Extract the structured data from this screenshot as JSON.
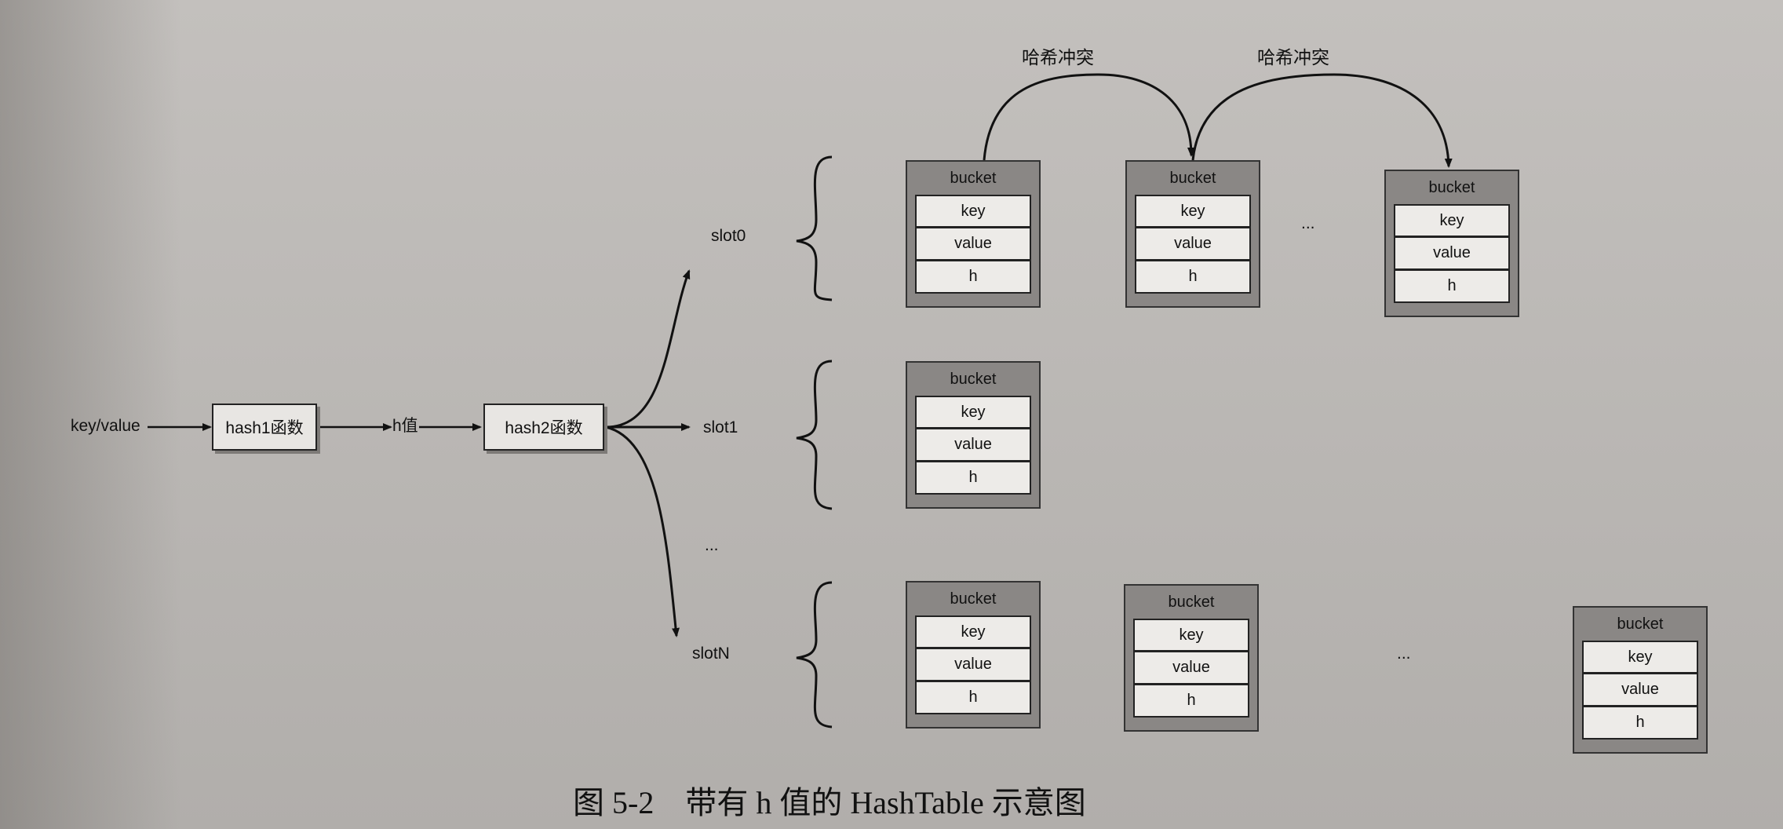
{
  "inputs": {
    "key_value": "key/value",
    "hash1": "hash1函数",
    "h_value": "h值",
    "hash2": "hash2函数"
  },
  "slots": {
    "slot0": "slot0",
    "slot1": "slot1",
    "ellipsis": "...",
    "slotN": "slotN"
  },
  "collisions": [
    "哈希冲突",
    "哈希冲突"
  ],
  "bucket_fields": {
    "title": "bucket",
    "key": "key",
    "value": "value",
    "h": "h"
  },
  "chain_ellipsis": "...",
  "caption": "图 5-2　带有 h 值的 HashTable 示意图"
}
